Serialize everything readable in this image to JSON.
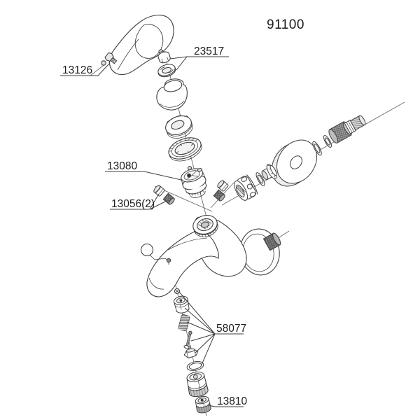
{
  "diagram": {
    "type": "exploded-parts-diagram",
    "title": "91100",
    "background": "#ffffff",
    "line_color": "#3f3f3f",
    "accent_gray": "#9c9c9c",
    "labels": {
      "handle_screw": "13126",
      "cap_assembly": "23517",
      "cartridge": "13080",
      "check_valves": "13056(2)",
      "diverter_kit": "58077",
      "outlet_insert": "13810"
    }
  }
}
